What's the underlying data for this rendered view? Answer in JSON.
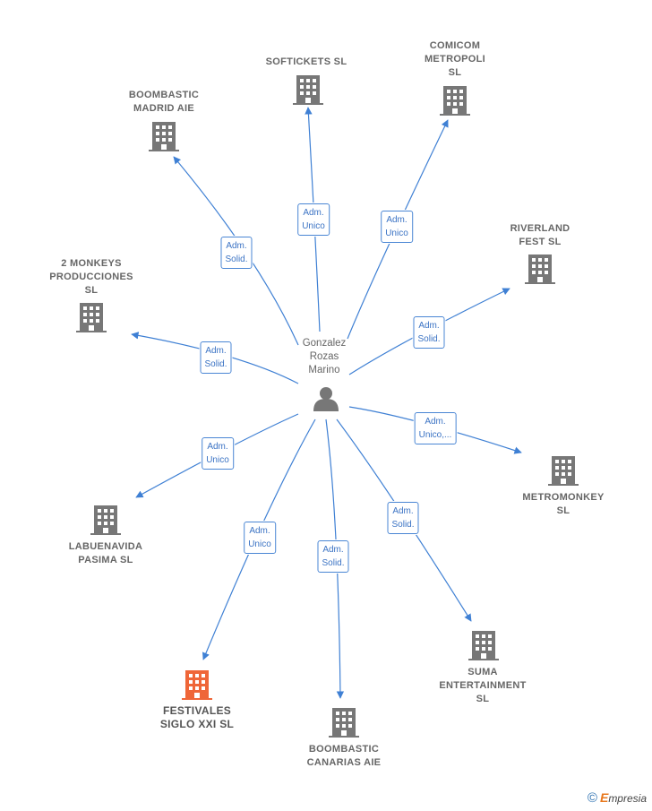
{
  "center": {
    "label": "Gonzalez\nRozas\nMarino",
    "icon": "person-icon"
  },
  "colors": {
    "edge": "#3f80d4",
    "building": "#777777",
    "highlight": "#ef6638"
  },
  "companies": [
    {
      "id": "softickets",
      "label": "SOFTICKETS SL",
      "edge_label": "Adm.\nUnico",
      "icon": "building-icon",
      "highlight": false
    },
    {
      "id": "comicom",
      "label": "COMICOM\nMETROPOLI\nSL",
      "edge_label": "Adm.\nUnico",
      "icon": "building-icon",
      "highlight": false
    },
    {
      "id": "boombastic-madrid",
      "label": "BOOMBASTIC\nMADRID AIE",
      "edge_label": "Adm.\nSolid.",
      "icon": "building-icon",
      "highlight": false
    },
    {
      "id": "riverland",
      "label": "RIVERLAND\nFEST  SL",
      "edge_label": "Adm.\nSolid.",
      "icon": "building-icon",
      "highlight": false
    },
    {
      "id": "2monkeys",
      "label": "2 MONKEYS\nPRODUCCIONES\nSL",
      "edge_label": "Adm.\nSolid.",
      "icon": "building-icon",
      "highlight": false
    },
    {
      "id": "metromonkey",
      "label": "METROMONKEY\nSL",
      "edge_label": "Adm.\nUnico,...",
      "icon": "building-icon",
      "highlight": false
    },
    {
      "id": "labuenavida",
      "label": "LABUENAVIDA\nPASIMA  SL",
      "edge_label": "Adm.\nUnico",
      "icon": "building-icon",
      "highlight": false
    },
    {
      "id": "festivales",
      "label": "FESTIVALES\nSIGLO XXI  SL",
      "edge_label": "Adm.\nUnico",
      "icon": "building-icon",
      "highlight": true
    },
    {
      "id": "boombastic-canarias",
      "label": "BOOMBASTIC\nCANARIAS AIE",
      "edge_label": "Adm.\nSolid.",
      "icon": "building-icon",
      "highlight": false
    },
    {
      "id": "suma",
      "label": "SUMA\nENTERTAINMENT\nSL",
      "edge_label": "Adm.\nSolid.",
      "icon": "building-icon",
      "highlight": false
    }
  ],
  "footer": {
    "copyright": "©",
    "brand_initial": "E",
    "brand_rest": "mpresia"
  }
}
